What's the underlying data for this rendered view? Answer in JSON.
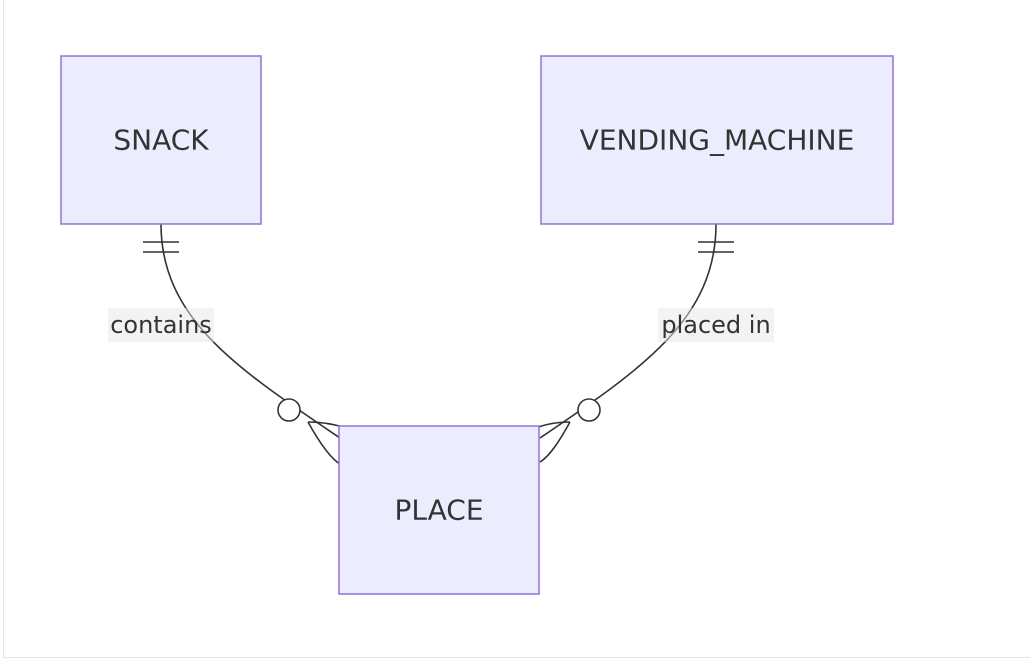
{
  "diagram": {
    "type": "entity-relationship",
    "entities": {
      "snack": {
        "name": "SNACK"
      },
      "vending_machine": {
        "name": "VENDING_MACHINE"
      },
      "place": {
        "name": "PLACE"
      }
    },
    "relationships": [
      {
        "from": "SNACK",
        "to": "PLACE",
        "label": "contains",
        "from_cardinality": "exactly-one",
        "to_cardinality": "zero-or-more"
      },
      {
        "from": "VENDING_MACHINE",
        "to": "PLACE",
        "label": "placed in",
        "from_cardinality": "exactly-one",
        "to_cardinality": "zero-or-more"
      }
    ],
    "colors": {
      "entity_fill": "#ececff",
      "entity_stroke": "#9370db",
      "line": "#333333",
      "text": "#333333"
    }
  }
}
